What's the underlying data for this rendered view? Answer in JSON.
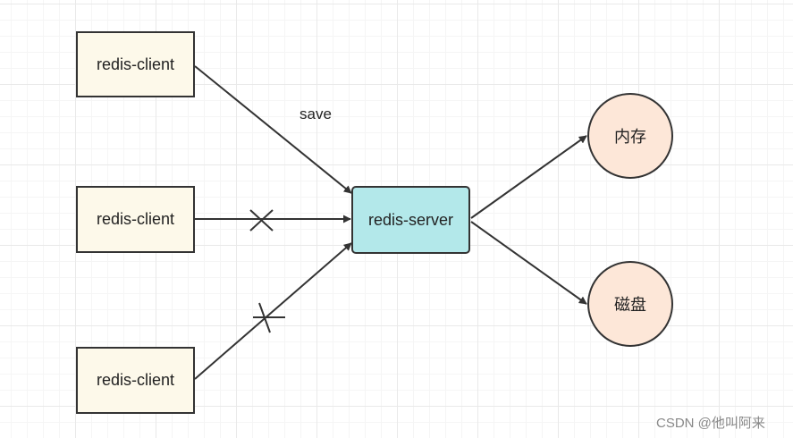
{
  "nodes": {
    "client_1": "redis-client",
    "client_2": "redis-client",
    "client_3": "redis-client",
    "server": "redis-server",
    "memory": "内存",
    "disk": "磁盘"
  },
  "edge_labels": {
    "save": "save"
  },
  "watermark": "CSDN @他叫阿来",
  "colors": {
    "client_fill": "#fdf9ea",
    "server_fill": "#b3e8ea",
    "storage_fill": "#fde7d8",
    "stroke": "#333333"
  }
}
